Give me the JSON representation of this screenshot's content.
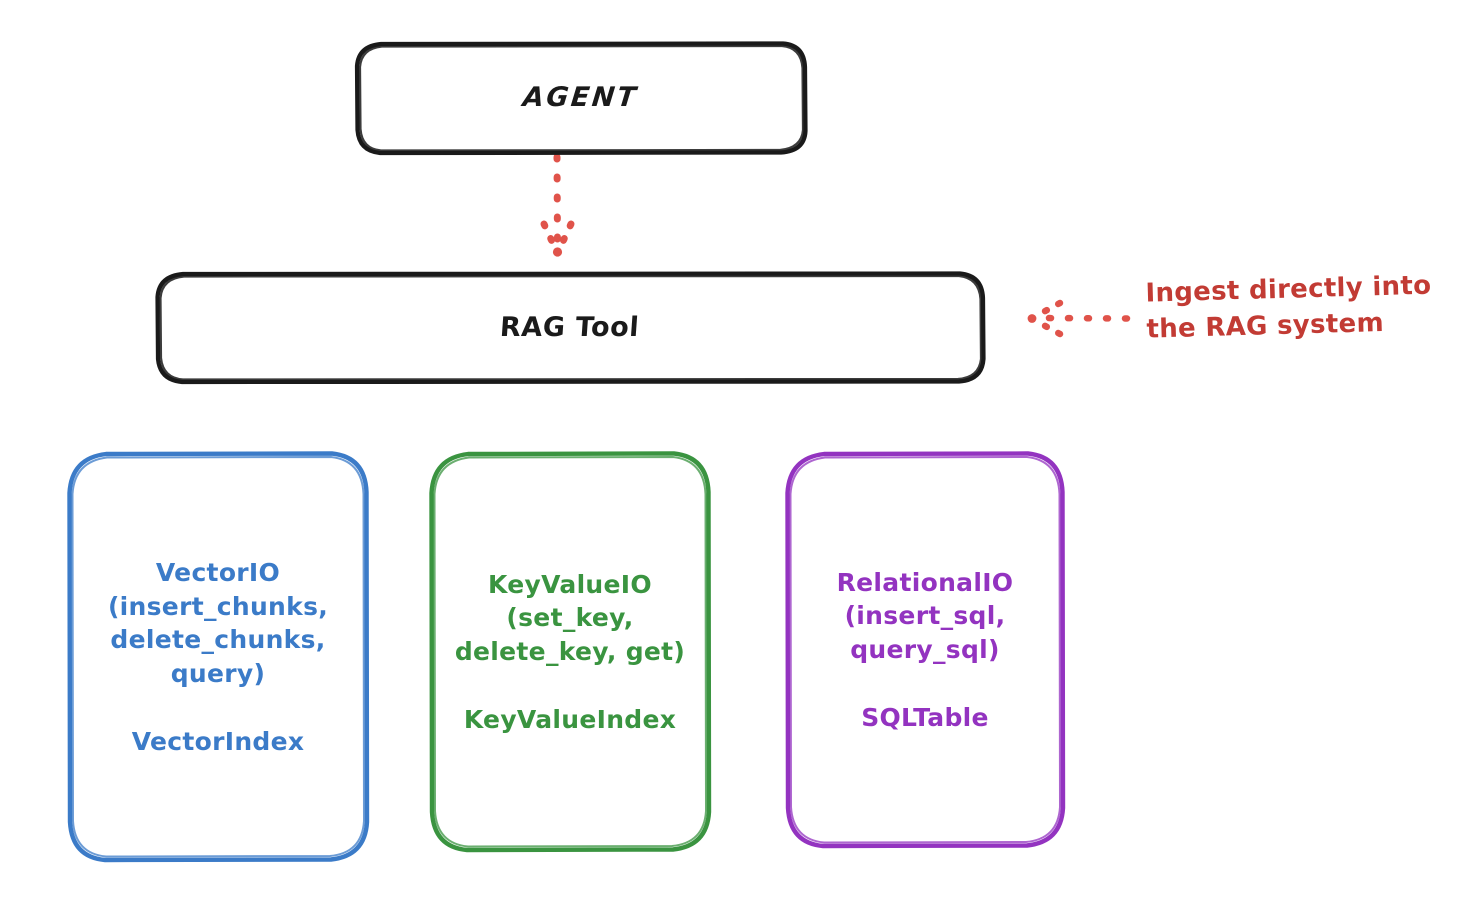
{
  "diagram": {
    "title_nodes": {
      "agent": {
        "label": "AGENT",
        "color": "#1a1a1a",
        "icon": "rounded-rectangle-node"
      },
      "rag_tool": {
        "label": "RAG Tool",
        "color": "#1a1a1a",
        "icon": "rounded-rectangle-node"
      }
    },
    "providers": [
      {
        "id": "vectorio",
        "label": "VectorIO\n(insert_chunks,\ndelete_chunks,\nquery)\n\nVectorIndex",
        "api_name": "VectorIO",
        "methods": [
          "insert_chunks",
          "delete_chunks",
          "query"
        ],
        "index_name": "VectorIndex",
        "color": "#3b7bc8"
      },
      {
        "id": "keyvalueio",
        "label": "KeyValueIO\n(set_key,\ndelete_key, get)\n\nKeyValueIndex",
        "api_name": "KeyValueIO",
        "methods": [
          "set_key",
          "delete_key",
          "get"
        ],
        "index_name": "KeyValueIndex",
        "color": "#3a9440"
      },
      {
        "id": "relationalio",
        "label": "RelationalIO\n(insert_sql,\nquery_sql)\n\nSQLTable",
        "api_name": "RelationalIO",
        "methods": [
          "insert_sql",
          "query_sql"
        ],
        "index_name": "SQLTable",
        "color": "#9333c0"
      }
    ],
    "connectors": [
      {
        "id": "agent-to-rag-tool",
        "from": "AGENT",
        "to": "RAG Tool",
        "style": "dotted",
        "direction": "down",
        "color": "#e0534a"
      },
      {
        "id": "ingest-to-rag-tool",
        "from": "Ingest directly into the RAG system",
        "to": "RAG Tool",
        "style": "dotted",
        "direction": "left",
        "color": "#e0534a"
      }
    ],
    "annotation": {
      "text": "Ingest directly into\nthe RAG system",
      "color": "#c23b34"
    },
    "colors": {
      "background": "#ffffff",
      "stroke_black": "#1a1a1a",
      "blue": "#3b7bc8",
      "green": "#3a9440",
      "purple": "#9333c0",
      "red": "#e0534a",
      "red_text": "#c23b34"
    }
  }
}
